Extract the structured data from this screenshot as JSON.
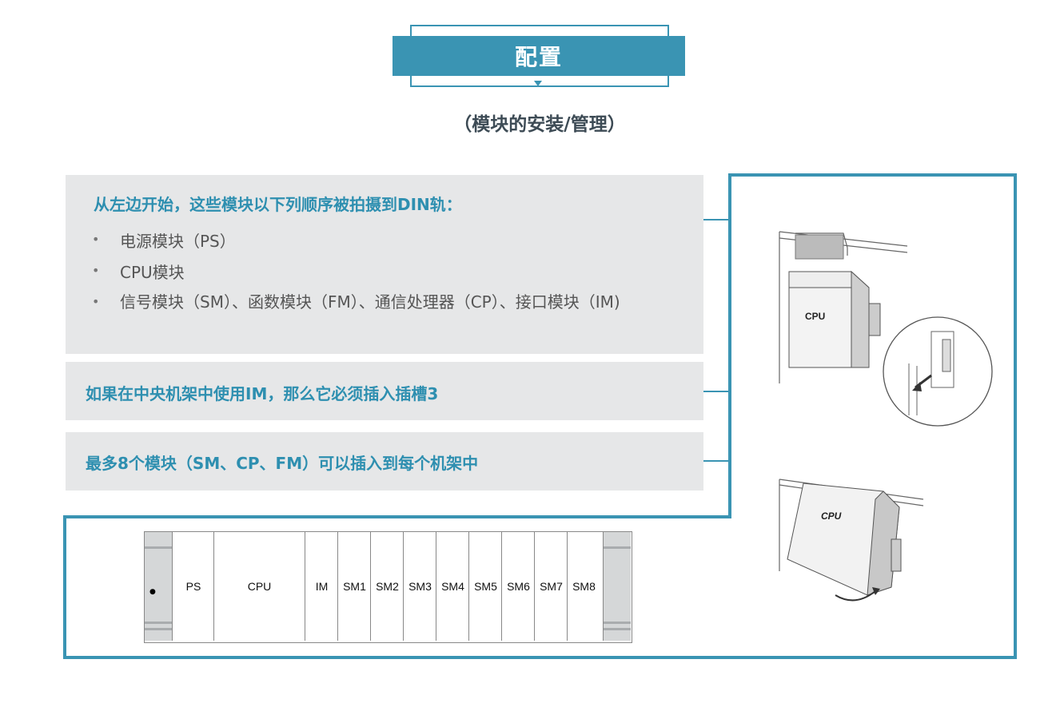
{
  "header": {
    "title": "配置",
    "subtitle": "（模块的安装/管理）"
  },
  "panel1": {
    "heading": "从左边开始，这些模块以下列顺序被拍摄到DIN轨：",
    "items": [
      "电源模块（PS）",
      "CPU模块",
      "信号模块（SM）、函数模块（FM）、通信处理器（CP）、接口模块（IM)"
    ]
  },
  "panel2": {
    "text": "如果在中央机架中使用IM，那么它必须插入插槽3"
  },
  "panel3": {
    "text": "最多8个模块（SM、CP、FM）可以插入到每个机架中"
  },
  "rack": {
    "slots": [
      "PS",
      "CPU",
      "IM",
      "SM1",
      "SM2",
      "SM3",
      "SM4",
      "SM5",
      "SM6",
      "SM7",
      "SM8"
    ]
  },
  "illustrations": {
    "cpu_label_top": "CPU",
    "cpu_label_bottom": "CPU"
  },
  "colors": {
    "accent": "#3a94b3",
    "panel_bg": "#e6e7e8",
    "heading_text": "#2e8fb0"
  }
}
